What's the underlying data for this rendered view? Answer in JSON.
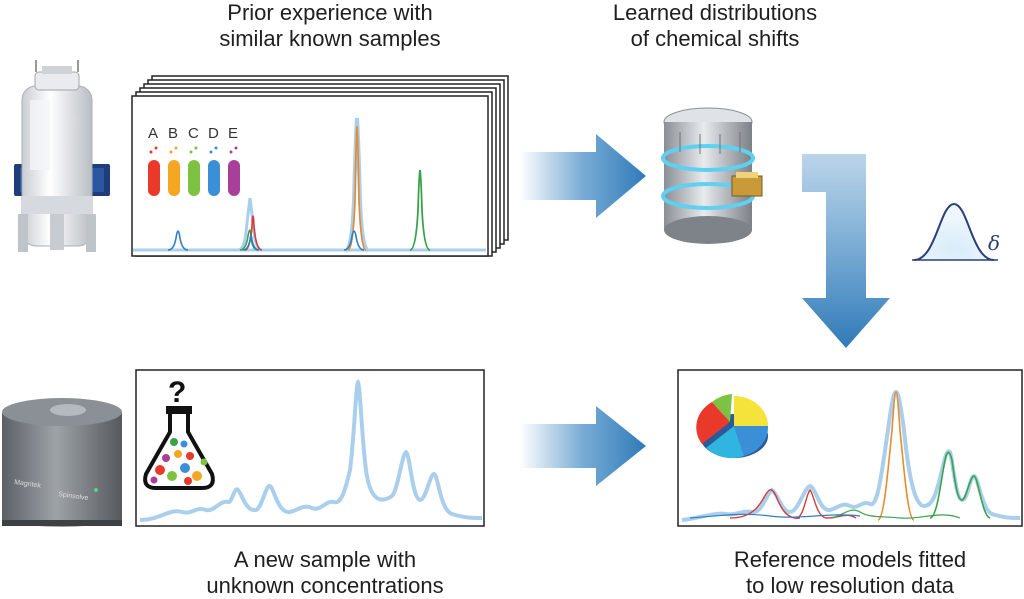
{
  "captions": {
    "prior": [
      "Prior experience with",
      "similar known samples"
    ],
    "learned": [
      "Learned distributions",
      "of chemical shifts"
    ],
    "new_sample": [
      "A new sample with",
      "unknown concentrations"
    ],
    "reference": [
      "Reference models fitted",
      "to low resolution data"
    ]
  },
  "sample_tubes": [
    {
      "label": "A",
      "color": "#e8392b"
    },
    {
      "label": "B",
      "color": "#f5a623"
    },
    {
      "label": "C",
      "color": "#7dc242"
    },
    {
      "label": "D",
      "color": "#3a8fd6"
    },
    {
      "label": "E",
      "color": "#a8409a"
    }
  ],
  "symbols": {
    "delta": "δ",
    "question": "?"
  },
  "colors": {
    "arrow": "#3d87c2",
    "spectrum_light": "#a9cfec",
    "peak_blue": "#2f7fc4",
    "peak_orange": "#e98a2c",
    "peak_green": "#3aa34a",
    "peak_red": "#d83a3a"
  },
  "icons": {
    "database": "database-icon",
    "pie": "pie-chart-icon",
    "flask": "flask-icon",
    "spectrometer_large": "high-field-nmr-icon",
    "spectrometer_benchtop": "benchtop-nmr-icon"
  }
}
